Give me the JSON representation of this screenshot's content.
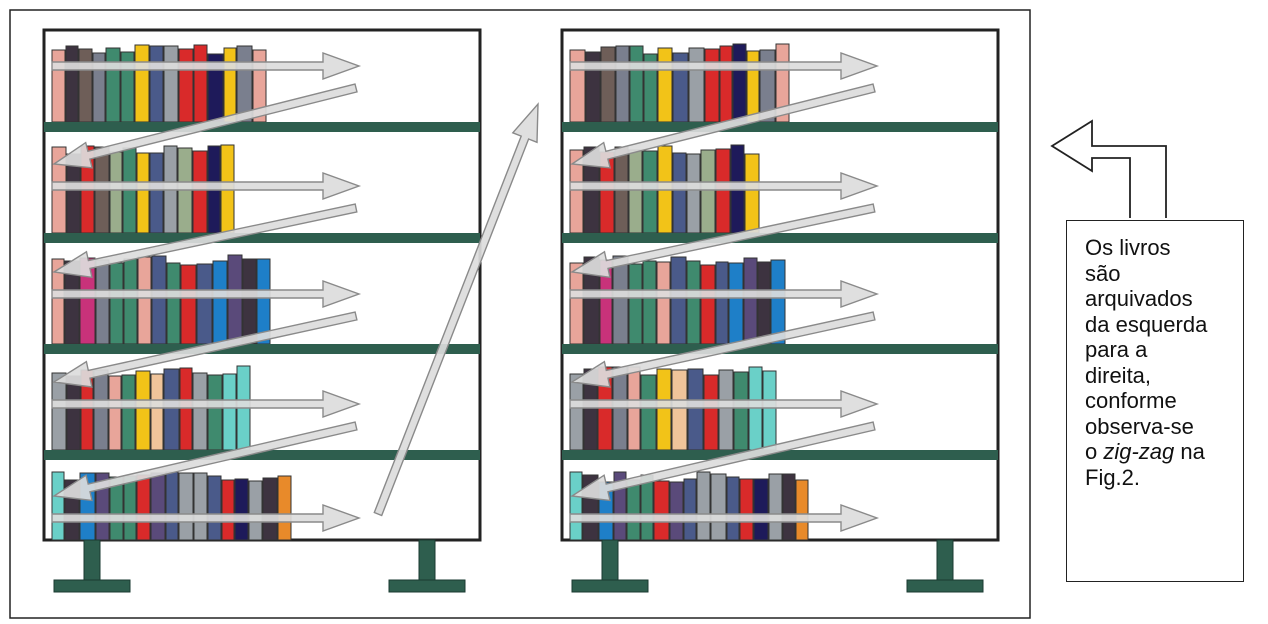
{
  "caption": {
    "lines": [
      "Os livros",
      "são",
      "arquivados",
      "da esquerda",
      "para a",
      "direita,",
      "conforme",
      "observa-se"
    ],
    "line9_prefix": "o ",
    "line9_emphasis": "zig-zag",
    "line9_suffix": " na",
    "line10": "Fig.2."
  },
  "colors": {
    "shelf": "#2e5e4e",
    "frame": "#222222",
    "arrow_fill": "#dcdcdc",
    "arrow_stroke": "#8a8a8a",
    "books": [
      "#e8a59a",
      "#3d3340",
      "#6e5e58",
      "#7a7f8e",
      "#3f8a6e",
      "#f2c318",
      "#4a5a8a",
      "#9aa0a6",
      "#d92a2a",
      "#1e1a5a",
      "#9aad8c",
      "#c8327a",
      "#1e7fc8",
      "#f0c49a",
      "#6ad0c8",
      "#e88a2a",
      "#5a4a7a"
    ]
  },
  "icons": [
    "book-spine",
    "zigzag-arrow",
    "hollow-up-left-arrow"
  ]
}
